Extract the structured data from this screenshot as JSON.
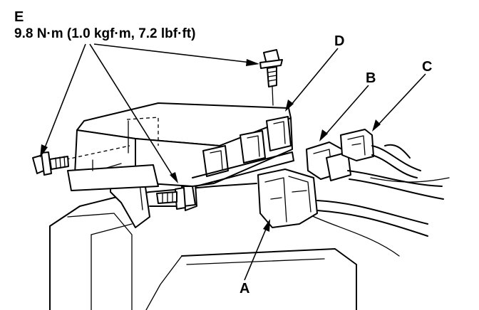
{
  "labels": {
    "e": "E",
    "torque": "9.8 N·m (1.0 kgf·m, 7.2 lbf·ft)",
    "a": "A",
    "b": "B",
    "c": "C",
    "d": "D"
  },
  "icons": {
    "bolt": "bolt-icon",
    "connector": "connector-icon",
    "fuse-box": "fuse-box-icon"
  },
  "colors": {
    "line": "#000000",
    "background": "#ffffff"
  }
}
